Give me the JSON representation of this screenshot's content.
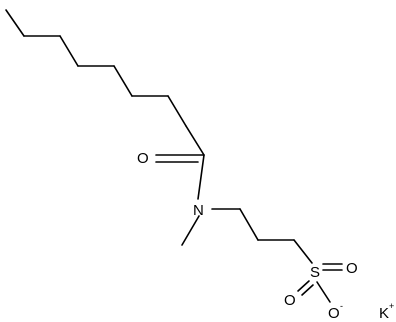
{
  "molecule": {
    "atoms": {
      "oxygen_carbonyl": "O",
      "nitrogen": "N",
      "sulfur": "S",
      "oxygen_sulfonyl_top": "O",
      "oxygen_sulfonyl_left": "O",
      "oxygen_sulfonate": "O",
      "potassium": "K"
    },
    "charges": {
      "sulfonate_charge": "-",
      "potassium_charge": "+"
    }
  },
  "colors": {
    "bond": "#000000",
    "label": "#000000",
    "background": "#ffffff"
  }
}
